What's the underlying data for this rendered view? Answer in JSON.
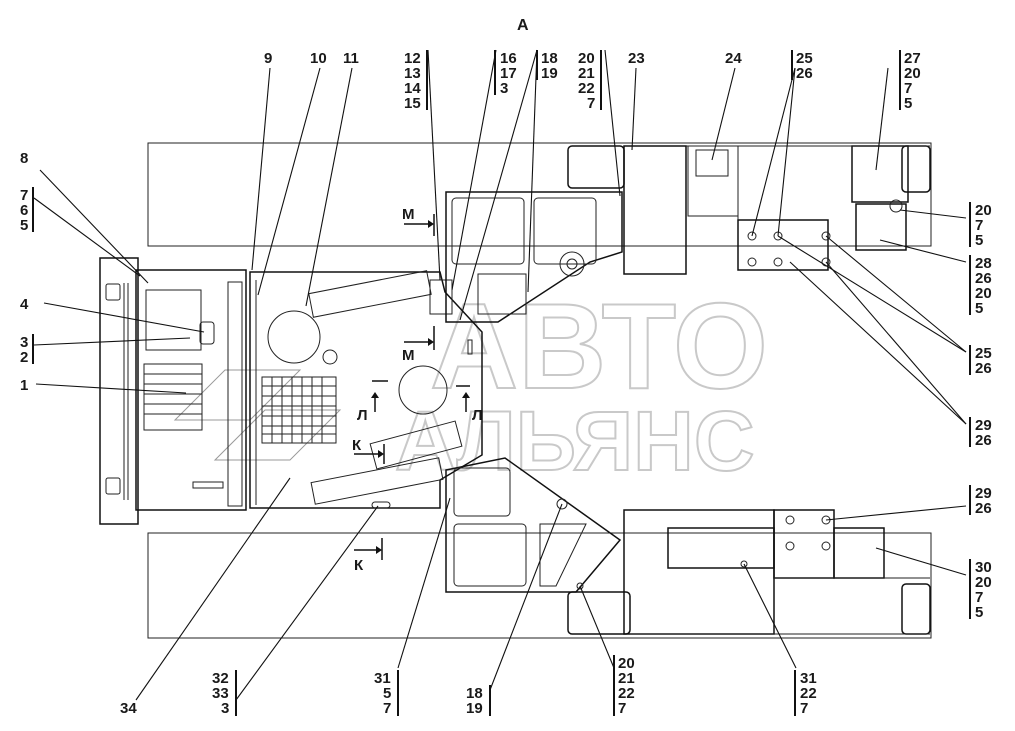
{
  "view_label": "А",
  "watermark": {
    "line1": "АВТО",
    "line2": "АЛЬЯНС"
  },
  "section_marks": {
    "M": "М",
    "L": "Л",
    "K": "К"
  },
  "callouts": {
    "top": [
      {
        "id": "c9",
        "lines": [
          "9"
        ]
      },
      {
        "id": "c10",
        "lines": [
          "10"
        ]
      },
      {
        "id": "c11",
        "lines": [
          "11"
        ]
      },
      {
        "id": "c12",
        "lines": [
          "12",
          "13",
          "14",
          "15"
        ]
      },
      {
        "id": "c16",
        "lines": [
          "16",
          "17",
          "3"
        ]
      },
      {
        "id": "c18",
        "lines": [
          "18",
          "19"
        ]
      },
      {
        "id": "c20",
        "lines": [
          "20",
          "21",
          "22",
          "7"
        ]
      },
      {
        "id": "c23",
        "lines": [
          "23"
        ]
      },
      {
        "id": "c24",
        "lines": [
          "24"
        ]
      },
      {
        "id": "c25",
        "lines": [
          "25",
          "26"
        ]
      },
      {
        "id": "c27",
        "lines": [
          "27",
          "20",
          "7",
          "5"
        ]
      }
    ],
    "left": [
      {
        "id": "c8",
        "lines": [
          "8"
        ]
      },
      {
        "id": "c7",
        "lines": [
          "7",
          "6",
          "5"
        ]
      },
      {
        "id": "c4",
        "lines": [
          "4"
        ]
      },
      {
        "id": "c3",
        "lines": [
          "3",
          "2"
        ]
      },
      {
        "id": "c1",
        "lines": [
          "1"
        ]
      }
    ],
    "right": [
      {
        "id": "r20",
        "lines": [
          "20",
          "7",
          "5"
        ]
      },
      {
        "id": "r28",
        "lines": [
          "28",
          "26",
          "20",
          "5"
        ]
      },
      {
        "id": "r25",
        "lines": [
          "25",
          "26"
        ]
      },
      {
        "id": "r29a",
        "lines": [
          "29",
          "26"
        ]
      },
      {
        "id": "r29b",
        "lines": [
          "29",
          "26"
        ]
      },
      {
        "id": "r30",
        "lines": [
          "30",
          "20",
          "7",
          "5"
        ]
      }
    ],
    "bottom": [
      {
        "id": "b34",
        "lines": [
          "34"
        ]
      },
      {
        "id": "b32",
        "lines": [
          "32",
          "33",
          "3"
        ]
      },
      {
        "id": "b31",
        "lines": [
          "31",
          "5",
          "7"
        ]
      },
      {
        "id": "b18",
        "lines": [
          "18",
          "19"
        ]
      },
      {
        "id": "b20",
        "lines": [
          "20",
          "21",
          "22",
          "7"
        ]
      },
      {
        "id": "b31b",
        "lines": [
          "31",
          "22",
          "7"
        ]
      }
    ]
  }
}
